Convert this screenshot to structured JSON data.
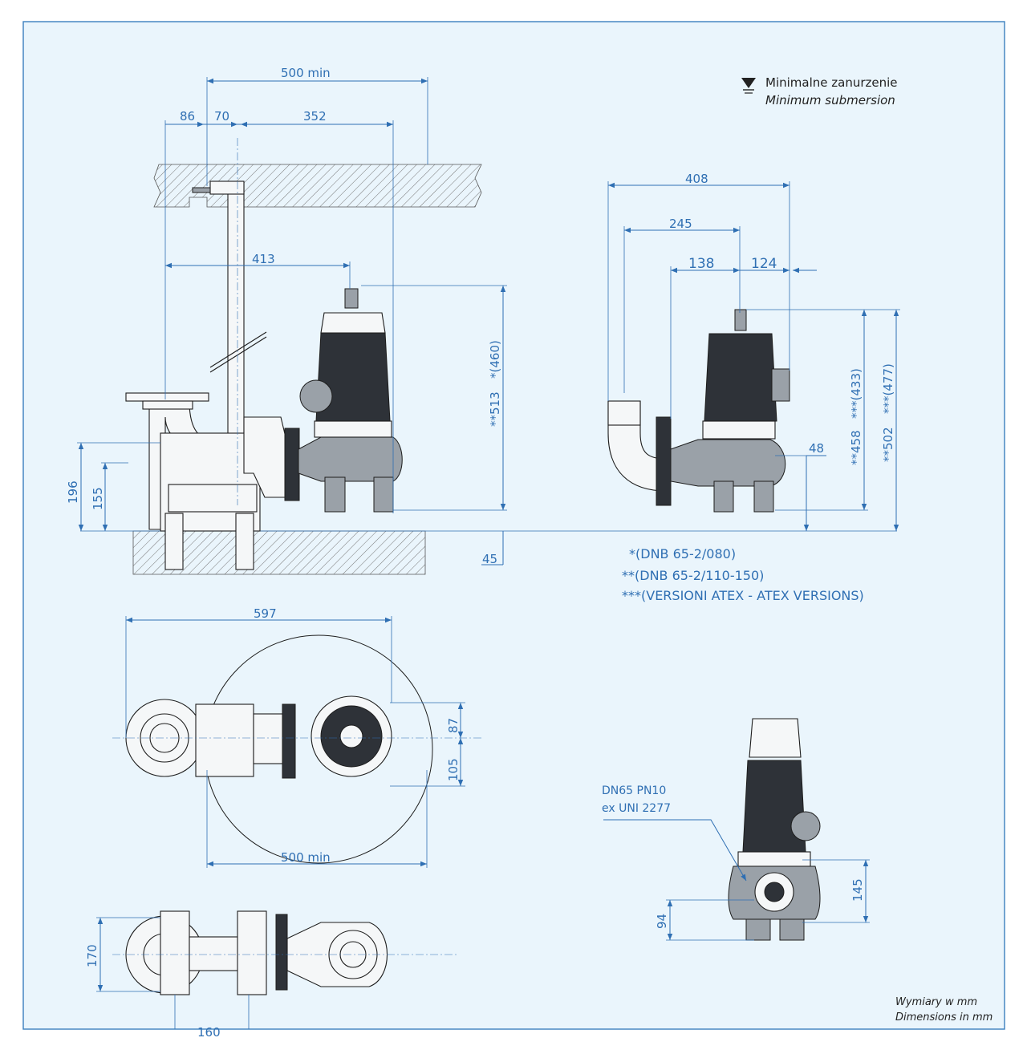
{
  "legend": {
    "symbol_name": "minimum-submersion-symbol",
    "line1": "Minimalne zanurzenie",
    "line2": "Minimum submersion"
  },
  "dims": {
    "d_500min_top": "500 min",
    "d_86": "86",
    "d_70": "70",
    "d_352": "352",
    "d_413": "413",
    "d_513": "**513",
    "d_460": "*(460)",
    "d_196": "196",
    "d_155": "155",
    "d_45": "45",
    "d_408": "408",
    "d_245": "245",
    "d_138": "138",
    "d_124": "124",
    "d_48": "48",
    "d_458": "**458",
    "d_433": "***(433)",
    "d_502": "**502",
    "d_477": "***(477)",
    "d_597": "597",
    "d_87": "87",
    "d_105": "105",
    "d_500min_bottom": "500 min",
    "d_145": "145",
    "d_94": "94",
    "d_170": "170",
    "d_160_partial": "160"
  },
  "notes": {
    "n1": "*(DNB 65-2/080)",
    "n2": "**(DNB 65-2/110-150)",
    "n3": "***(VERSIONI ATEX - ATEX VERSIONS)"
  },
  "flange": {
    "line1": "DN65 PN10",
    "line2": "ex UNI 2277"
  },
  "corner": {
    "line1": "Wymiary w mm",
    "line2": "Dimensions in mm"
  },
  "colors": {
    "frame_border": "#3b7fbe",
    "background": "#eaf5fc",
    "dimension_blue": "#2f6fb3",
    "outline": "#1d1d1d"
  }
}
